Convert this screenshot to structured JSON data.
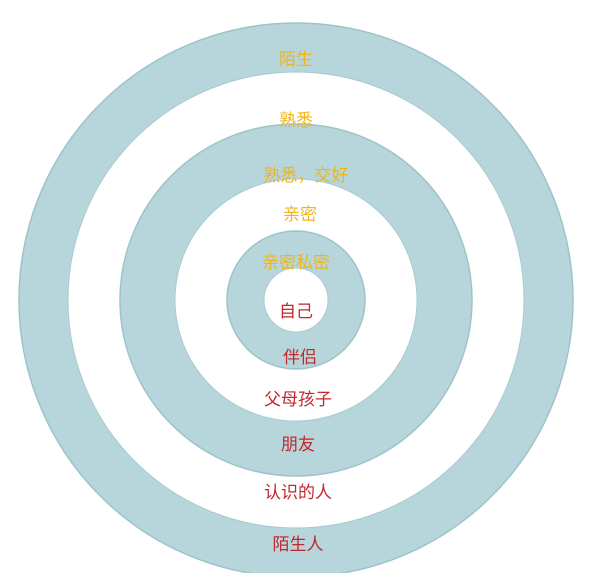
{
  "labels": {
    "stranger_zone": "陌生",
    "familiar_zone": "熟悉",
    "familiar_friendly_zone": "熟悉，交好",
    "intimate_zone": "亲密",
    "intimate_private_zone": "亲密私密",
    "self": "自己",
    "partner": "伴侣",
    "parents_children": "父母孩子",
    "friends": "朋友",
    "acquaintances": "认识的人",
    "strangers": "陌生人"
  },
  "colors": {
    "ring_fill": "#b6d6db",
    "zone_label": "#f0b41c",
    "people_label": "#c1272d"
  }
}
